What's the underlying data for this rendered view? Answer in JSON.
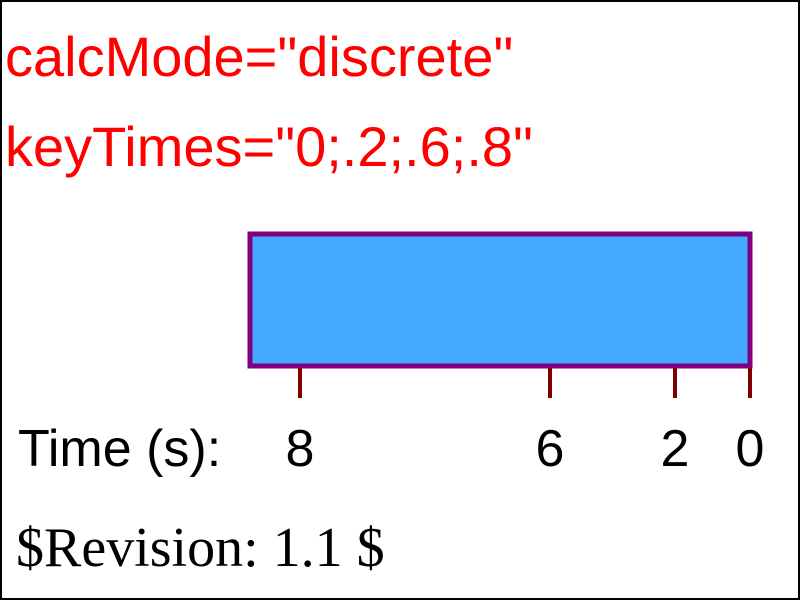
{
  "lines": {
    "calc_mode": "calcMode=\"discrete\"",
    "key_times": "keyTimes=\"0;.2;.6;.8\""
  },
  "bar": {
    "fill": "#44aaff",
    "stroke": "#800080"
  },
  "axis": {
    "label": "Time (s):",
    "tick_color": "#800000",
    "ticks": [
      "8",
      "6",
      "2",
      "0"
    ]
  },
  "revision": "$Revision: 1.1 $",
  "frame_color": "#000000"
}
